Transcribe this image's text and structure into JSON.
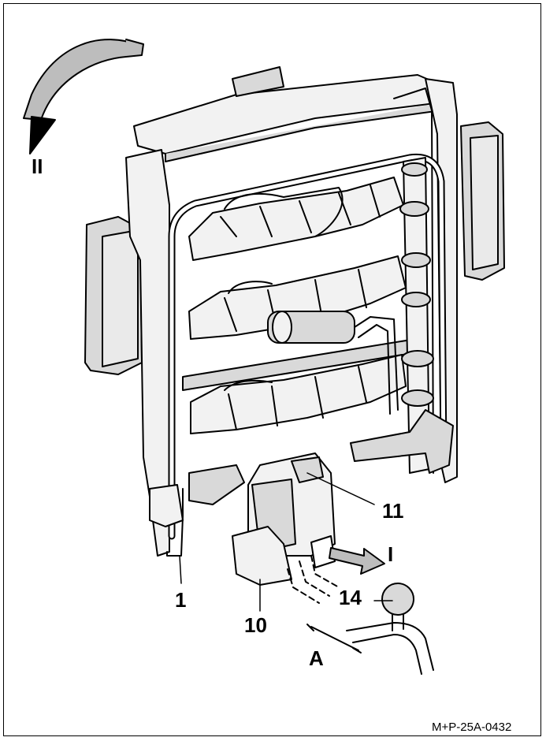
{
  "labels": {
    "rot_arrow": "II",
    "pull_arrow": "I",
    "frame_part": "1",
    "latch_part": "10",
    "lever_part": "11",
    "ball_part": "14",
    "dimension": "A"
  },
  "figure_code": "M+P-25A-0432",
  "colors": {
    "line": "#000000",
    "fill_gray": "#d9d9d9",
    "fill_light": "#f2f2f2",
    "background": "#ffffff"
  }
}
